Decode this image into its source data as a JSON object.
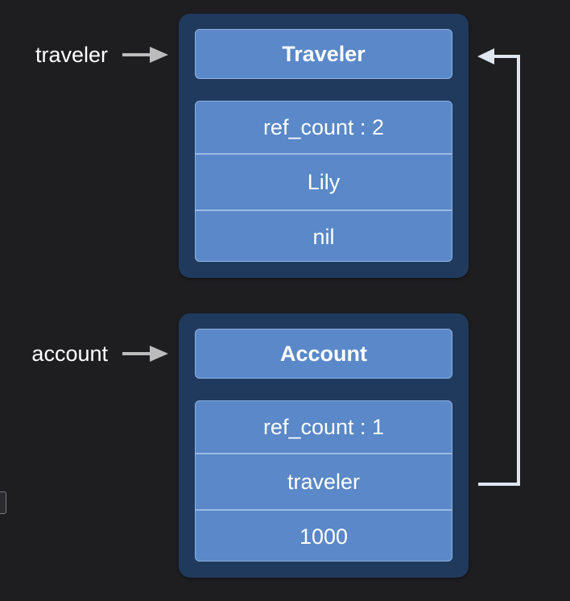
{
  "references": [
    {
      "label": "traveler",
      "points_to": "Traveler"
    },
    {
      "label": "account",
      "points_to": "Account"
    }
  ],
  "objects": [
    {
      "title": "Traveler",
      "fields": [
        "ref_count : 2",
        "Lily",
        "nil"
      ]
    },
    {
      "title": "Account",
      "fields": [
        "ref_count : 1",
        "traveler",
        "1000"
      ]
    }
  ],
  "colors": {
    "background": "#1e1e21",
    "object_box": "#203a5d",
    "cell_fill": "#5a88c8",
    "arrow": "#bcbcbc",
    "connector": "#dfe6ef"
  }
}
